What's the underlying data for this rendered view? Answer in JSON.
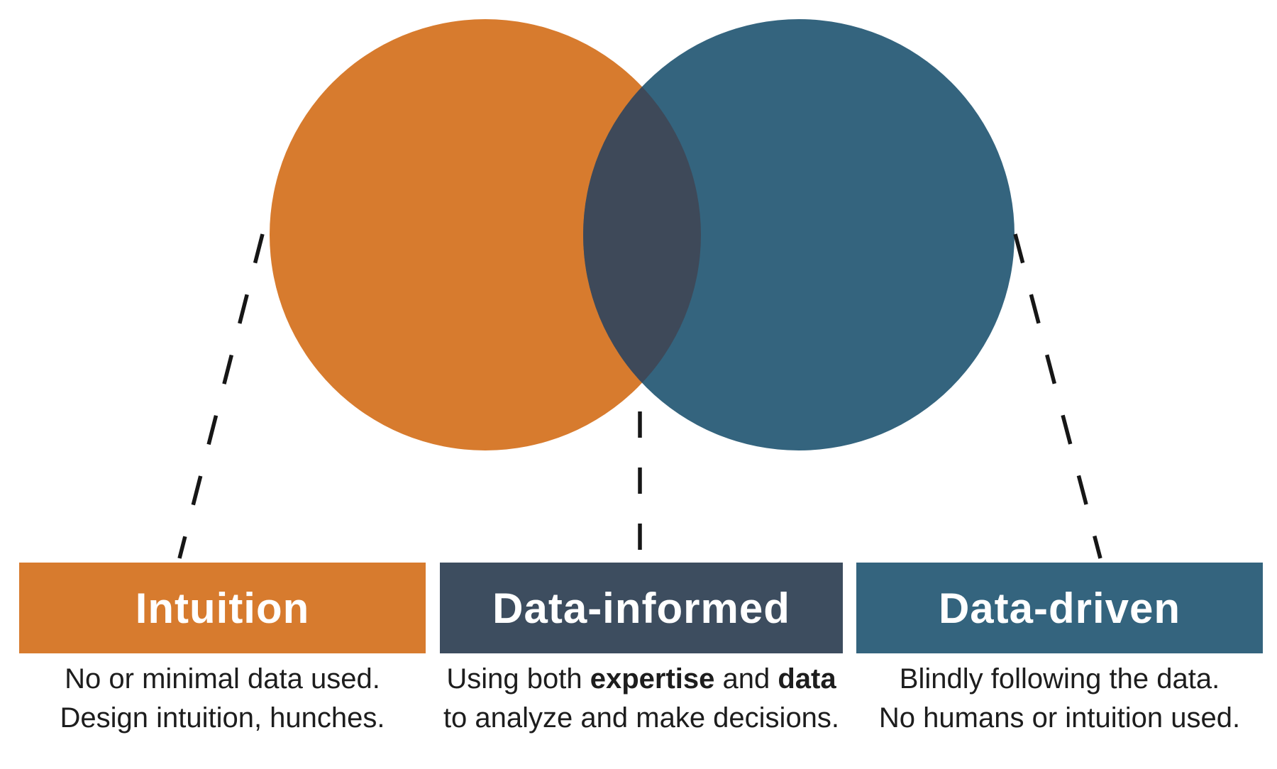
{
  "diagram": {
    "type": "venn",
    "background": "#ffffff",
    "line_color": "#161616",
    "title_color": "#ffffff",
    "text_color": "#1d1d1d",
    "venn": {
      "left_circle": {
        "label": "Intuition",
        "color": "#d77b2e"
      },
      "right_circle": {
        "label": "Data-driven",
        "color": "#34647e"
      },
      "overlap": {
        "label": "Data-informed",
        "color": "#3e4959"
      }
    },
    "columns": [
      {
        "id": "intuition",
        "title": "Intuition",
        "box_color": "#d77b2e",
        "description_lines": [
          [
            {
              "text": "No or minimal data used.",
              "bold": false
            }
          ],
          [
            {
              "text": "Design intuition, hunches.",
              "bold": false
            }
          ]
        ]
      },
      {
        "id": "data-informed",
        "title": "Data-informed",
        "box_color": "#3d4d5f",
        "description_lines": [
          [
            {
              "text": "Using both ",
              "bold": false
            },
            {
              "text": "expertise",
              "bold": true
            },
            {
              "text": " and ",
              "bold": false
            },
            {
              "text": "data",
              "bold": true
            }
          ],
          [
            {
              "text": "to analyze and make decisions.",
              "bold": false
            }
          ]
        ]
      },
      {
        "id": "data-driven",
        "title": "Data-driven",
        "box_color": "#34647e",
        "description_lines": [
          [
            {
              "text": "Blindly following the data.",
              "bold": false
            }
          ],
          [
            {
              "text": "No humans or intuition used.",
              "bold": false
            }
          ]
        ]
      }
    ]
  }
}
